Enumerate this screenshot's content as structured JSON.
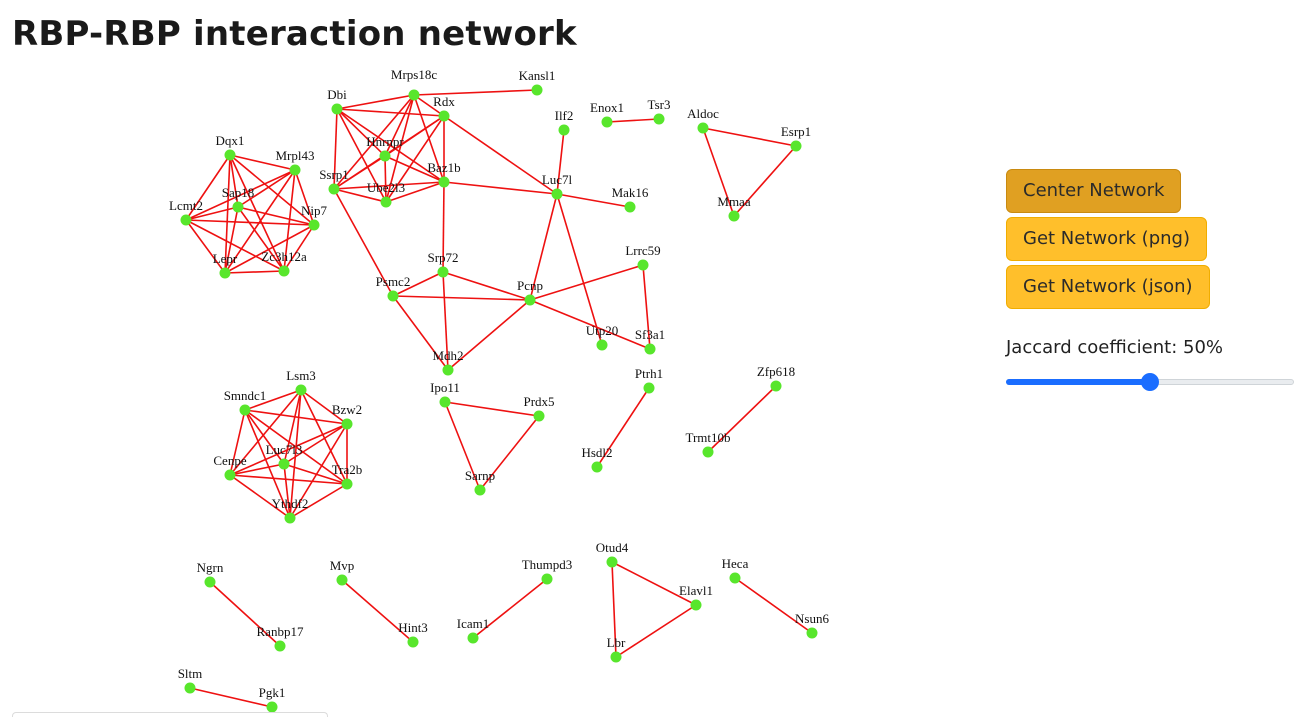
{
  "page": {
    "title": "RBP-RBP interaction network"
  },
  "buttons": {
    "center": "Center Network",
    "png": "Get Network (png)",
    "json": "Get Network (json)"
  },
  "slider": {
    "label": "Jaccard coefficient: 50%",
    "value": 0.5
  },
  "colors": {
    "node": "#58e62c",
    "edge": "#ee1111",
    "button": "#ffbf2b",
    "button_active": "#e0a022",
    "slider": "#1a6dff"
  },
  "network": {
    "nodes": [
      "Mrps18c",
      "Kansl1",
      "Dbi",
      "Rdx",
      "Ilf2",
      "Enox1",
      "Tsr3",
      "Aldoc",
      "Esrp1",
      "Dqx1",
      "Mrpl43",
      "Hnrnpr",
      "Ssrp1",
      "Ube2l3",
      "Baz1b",
      "Luc7l",
      "Mak16",
      "Mmaa",
      "Sap18",
      "Lcmt2",
      "Nip7",
      "Lepr",
      "Zc3h12a",
      "Srp72",
      "Lrrc59",
      "Psmc2",
      "Pcnp",
      "Utp20",
      "Sf3a1",
      "Mdh2",
      "Lsm3",
      "Smndc1",
      "Bzw2",
      "Luc7l3",
      "Cenpe",
      "Tra2b",
      "Ythdf2",
      "Ipo11",
      "Prdx5",
      "Sarnp",
      "Ptrh1",
      "Hsdl2",
      "Zfp618",
      "Trmt10b",
      "Otud4",
      "Ngrn",
      "Mvp",
      "Thumpd3",
      "Heca",
      "Elavl1",
      "Ranbp17",
      "Hint3",
      "Icam1",
      "Lbr",
      "Nsun6",
      "Sltm",
      "Pgk1"
    ],
    "edges": [
      [
        "Mrps18c",
        "Kansl1"
      ],
      [
        "Enox1",
        "Tsr3"
      ],
      [
        "Aldoc",
        "Esrp1"
      ],
      [
        "Aldoc",
        "Mmaa"
      ],
      [
        "Esrp1",
        "Mmaa"
      ],
      [
        "Ilf2",
        "Luc7l"
      ],
      [
        "Dbi",
        "Mrps18c"
      ],
      [
        "Dbi",
        "Rdx"
      ],
      [
        "Dbi",
        "Hnrnpr"
      ],
      [
        "Dbi",
        "Ssrp1"
      ],
      [
        "Dbi",
        "Ube2l3"
      ],
      [
        "Dbi",
        "Baz1b"
      ],
      [
        "Mrps18c",
        "Rdx"
      ],
      [
        "Mrps18c",
        "Hnrnpr"
      ],
      [
        "Mrps18c",
        "Ssrp1"
      ],
      [
        "Mrps18c",
        "Ube2l3"
      ],
      [
        "Mrps18c",
        "Baz1b"
      ],
      [
        "Rdx",
        "Hnrnpr"
      ],
      [
        "Rdx",
        "Ssrp1"
      ],
      [
        "Rdx",
        "Ube2l3"
      ],
      [
        "Rdx",
        "Baz1b"
      ],
      [
        "Rdx",
        "Luc7l"
      ],
      [
        "Hnrnpr",
        "Ssrp1"
      ],
      [
        "Hnrnpr",
        "Ube2l3"
      ],
      [
        "Hnrnpr",
        "Baz1b"
      ],
      [
        "Ssrp1",
        "Ube2l3"
      ],
      [
        "Ssrp1",
        "Baz1b"
      ],
      [
        "Ssrp1",
        "Psmc2"
      ],
      [
        "Ube2l3",
        "Baz1b"
      ],
      [
        "Baz1b",
        "Luc7l"
      ],
      [
        "Baz1b",
        "Srp72"
      ],
      [
        "Luc7l",
        "Mak16"
      ],
      [
        "Luc7l",
        "Pcnp"
      ],
      [
        "Luc7l",
        "Utp20"
      ],
      [
        "Srp72",
        "Psmc2"
      ],
      [
        "Srp72",
        "Pcnp"
      ],
      [
        "Srp72",
        "Mdh2"
      ],
      [
        "Psmc2",
        "Pcnp"
      ],
      [
        "Psmc2",
        "Mdh2"
      ],
      [
        "Pcnp",
        "Mdh2"
      ],
      [
        "Pcnp",
        "Lrrc59"
      ],
      [
        "Pcnp",
        "Sf3a1"
      ],
      [
        "Lrrc59",
        "Sf3a1"
      ],
      [
        "Dqx1",
        "Mrpl43"
      ],
      [
        "Dqx1",
        "Sap18"
      ],
      [
        "Dqx1",
        "Lcmt2"
      ],
      [
        "Dqx1",
        "Nip7"
      ],
      [
        "Dqx1",
        "Lepr"
      ],
      [
        "Dqx1",
        "Zc3h12a"
      ],
      [
        "Mrpl43",
        "Sap18"
      ],
      [
        "Mrpl43",
        "Lcmt2"
      ],
      [
        "Mrpl43",
        "Nip7"
      ],
      [
        "Mrpl43",
        "Lepr"
      ],
      [
        "Mrpl43",
        "Zc3h12a"
      ],
      [
        "Sap18",
        "Lcmt2"
      ],
      [
        "Sap18",
        "Nip7"
      ],
      [
        "Sap18",
        "Lepr"
      ],
      [
        "Sap18",
        "Zc3h12a"
      ],
      [
        "Lcmt2",
        "Nip7"
      ],
      [
        "Lcmt2",
        "Lepr"
      ],
      [
        "Lcmt2",
        "Zc3h12a"
      ],
      [
        "Nip7",
        "Lepr"
      ],
      [
        "Nip7",
        "Zc3h12a"
      ],
      [
        "Lepr",
        "Zc3h12a"
      ],
      [
        "Lsm3",
        "Smndc1"
      ],
      [
        "Lsm3",
        "Bzw2"
      ],
      [
        "Lsm3",
        "Luc7l3"
      ],
      [
        "Lsm3",
        "Cenpe"
      ],
      [
        "Lsm3",
        "Tra2b"
      ],
      [
        "Lsm3",
        "Ythdf2"
      ],
      [
        "Smndc1",
        "Bzw2"
      ],
      [
        "Smndc1",
        "Luc7l3"
      ],
      [
        "Smndc1",
        "Cenpe"
      ],
      [
        "Smndc1",
        "Tra2b"
      ],
      [
        "Smndc1",
        "Ythdf2"
      ],
      [
        "Bzw2",
        "Luc7l3"
      ],
      [
        "Bzw2",
        "Cenpe"
      ],
      [
        "Bzw2",
        "Tra2b"
      ],
      [
        "Bzw2",
        "Ythdf2"
      ],
      [
        "Luc7l3",
        "Cenpe"
      ],
      [
        "Luc7l3",
        "Tra2b"
      ],
      [
        "Luc7l3",
        "Ythdf2"
      ],
      [
        "Cenpe",
        "Tra2b"
      ],
      [
        "Cenpe",
        "Ythdf2"
      ],
      [
        "Tra2b",
        "Ythdf2"
      ],
      [
        "Ipo11",
        "Prdx5"
      ],
      [
        "Ipo11",
        "Sarnp"
      ],
      [
        "Prdx5",
        "Sarnp"
      ],
      [
        "Ptrh1",
        "Hsdl2"
      ],
      [
        "Zfp618",
        "Trmt10b"
      ],
      [
        "Otud4",
        "Elavl1"
      ],
      [
        "Otud4",
        "Lbr"
      ],
      [
        "Elavl1",
        "Lbr"
      ],
      [
        "Ngrn",
        "Ranbp17"
      ],
      [
        "Mvp",
        "Hint3"
      ],
      [
        "Thumpd3",
        "Icam1"
      ],
      [
        "Heca",
        "Nsun6"
      ],
      [
        "Sltm",
        "Pgk1"
      ]
    ]
  }
}
